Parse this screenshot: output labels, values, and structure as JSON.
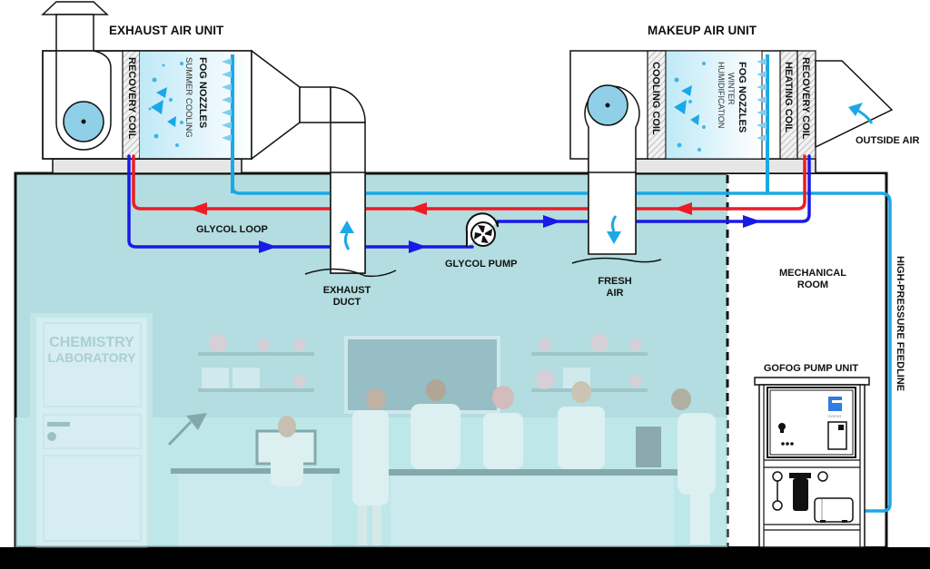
{
  "diagram": {
    "title_exhaust_unit": "EXHAUST AIR UNIT",
    "title_makeup_unit": "MAKEUP AIR UNIT",
    "exhaust_unit": {
      "recovery_coil": "RECOVERY COIL",
      "fog_nozzles": "FOG NOZZLES",
      "fog_mode": "SUMMER COOLING"
    },
    "makeup_unit": {
      "cooling_coil": "COOLING COIL",
      "fog_nozzles": "FOG NOZZLES",
      "fog_mode_line1": "WINTER",
      "fog_mode_line2": "HUMIDIFICATION",
      "heating_coil": "HEATING COIL",
      "recovery_coil": "RECOVERY COIL"
    },
    "outside_air": "OUTSIDE AIR",
    "glycol_loop": "GLYCOL LOOP",
    "glycol_pump": "GLYCOL PUMP",
    "exhaust_duct_line1": "EXHAUST",
    "exhaust_duct_line2": "DUCT",
    "fresh_air_line1": "FRESH",
    "fresh_air_line2": "AIR",
    "mechanical_room_line1": "MECHANICAL",
    "mechanical_room_line2": "ROOM",
    "feedline": "HIGH-PRESSURE FEEDLINE",
    "pump_unit": "GOFOG PUMP UNIT",
    "pump_brand": "GOFOG",
    "lab_sign_line1": "CHEMISTRY",
    "lab_sign_line2": "LABORATORY"
  },
  "colors": {
    "hot_glycol": "#ee1c24",
    "cold_glycol": "#1a1ae6",
    "water_feed": "#1ba8e6",
    "lab_wall": "#b3dde0",
    "floor": "#000000"
  }
}
